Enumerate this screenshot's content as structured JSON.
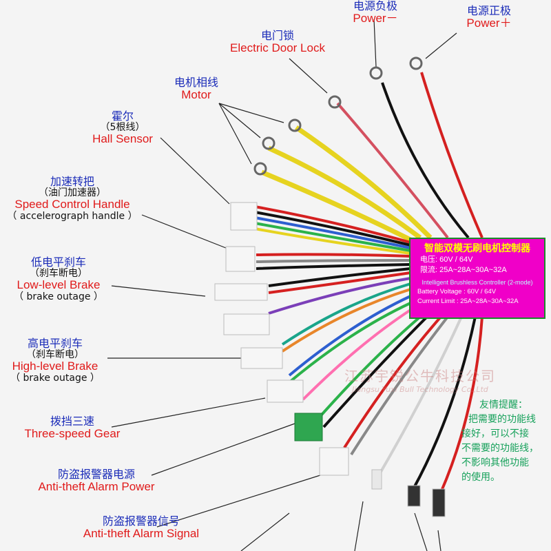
{
  "labels": {
    "power_neg": {
      "zh": "电源负极",
      "en": "Power－"
    },
    "power_pos": {
      "zh": "电源正极",
      "en": "Power＋"
    },
    "door_lock": {
      "zh": "电门锁",
      "en": "Electric Door Lock"
    },
    "motor": {
      "zh": "电机相线",
      "en": "Motor"
    },
    "hall": {
      "zh": "霍尔",
      "sub": "（5根线）",
      "en": "Hall Sensor"
    },
    "speed": {
      "zh": "加速转把",
      "sub": "（油门加速器）",
      "en": "Speed Control Handle",
      "sub2": "（ accelerograph handle ）"
    },
    "low_brake": {
      "zh": "低电平刹车",
      "sub": "（刹车断电）",
      "en": "Low-level Brake",
      "sub2": "（ brake outage ）"
    },
    "high_brake": {
      "zh": "高电平刹车",
      "sub": "（刹车断电）",
      "en": "High-level Brake",
      "sub2": "（ brake outage ）"
    },
    "gear": {
      "zh": "拨挡三速",
      "en": "Three-speed Gear"
    },
    "alarm_power": {
      "zh": "防盗报警器电源",
      "en": "Anti-theft Alarm Power"
    },
    "alarm_signal": {
      "zh": "防盗报警器信号",
      "en": "Anti-theft Alarm Signal"
    }
  },
  "controller": {
    "title": "智能双模无刷电机控制器",
    "voltage_zh": "电压:   60V / 64V",
    "current_zh": "限流:   25A~28A~30A~32A",
    "brand_en": "Intelligent Brushless Controller (2-mode)",
    "voltage_en": "Battery Voltage : 60V / 64V",
    "current_en": "Current Limit : 25A~28A~30A~32A"
  },
  "watermark": {
    "zh": "江苏宇锐公牛科技公司",
    "en": "Jiangsu Yuxi Bull Technology Co.,Ltd"
  },
  "note": {
    "title": "友情提醒：",
    "lines": [
      "把需要的功能线",
      "接好，可以不接",
      "不需要的功能线，",
      "不影响其他功能",
      "的使用。"
    ]
  },
  "colors": {
    "label_zh": "#1a2bb8",
    "label_en": "#e01a1a",
    "controller_bg": "#f000c8",
    "note": "#17a15b"
  }
}
